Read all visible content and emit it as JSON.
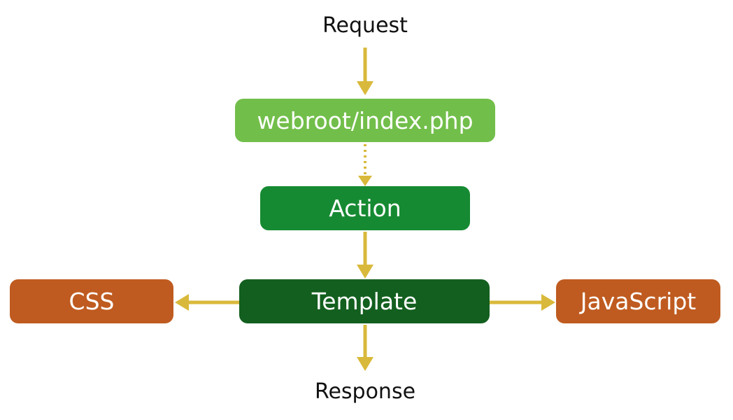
{
  "diagram": {
    "request_label": "Request",
    "response_label": "Response",
    "nodes": {
      "entry": {
        "label": "webroot/index.php",
        "color": "#72be4a"
      },
      "action": {
        "label": "Action",
        "color": "#168a32"
      },
      "template": {
        "label": "Template",
        "color": "#135f1f"
      },
      "css": {
        "label": "CSS",
        "color": "#bf5b20"
      },
      "javascript": {
        "label": "JavaScript",
        "color": "#bf5b20"
      }
    },
    "arrow_color": "#d9b93b"
  }
}
